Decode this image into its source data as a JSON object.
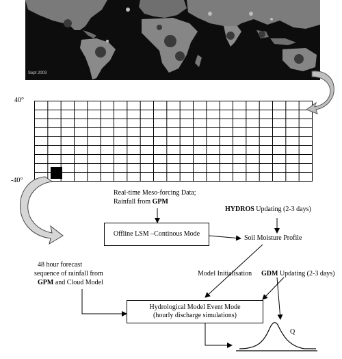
{
  "map": {
    "credit": "Sept 2003",
    "colors": {
      "ocean": "#0d0d0d",
      "land": "#7f7f7f",
      "hotspot": "#3a3a3a"
    }
  },
  "grid": {
    "lat_top": "40°",
    "lat_bottom": "-40°"
  },
  "labels": {
    "meso_forcing_line1": "Real-time Meso-forcing Data;",
    "meso_forcing_line2_prefix": "Rainfall from ",
    "meso_forcing_line2_bold": "GPM",
    "hydros_bold": "HYDROS",
    "hydros_rest": " Updating (2-3 days)",
    "soil_moisture": "Soil Moisture Profile",
    "model_init": "Model Initialisation",
    "gdm_bold": "GDM",
    "gdm_rest": " Updating (2-3 days)",
    "forecast_line1": "48 hour forecast",
    "forecast_line2": "sequence of rainfall from",
    "forecast_line3_bold": "GPM",
    "forecast_line3_rest": " and Cloud Model",
    "q": "Q"
  },
  "boxes": {
    "lsm": "Offline LSM –Continous Mode",
    "hydro_line1": "Hydrological Model Event Mode",
    "hydro_line2": "(hourly discharge simulations)"
  }
}
